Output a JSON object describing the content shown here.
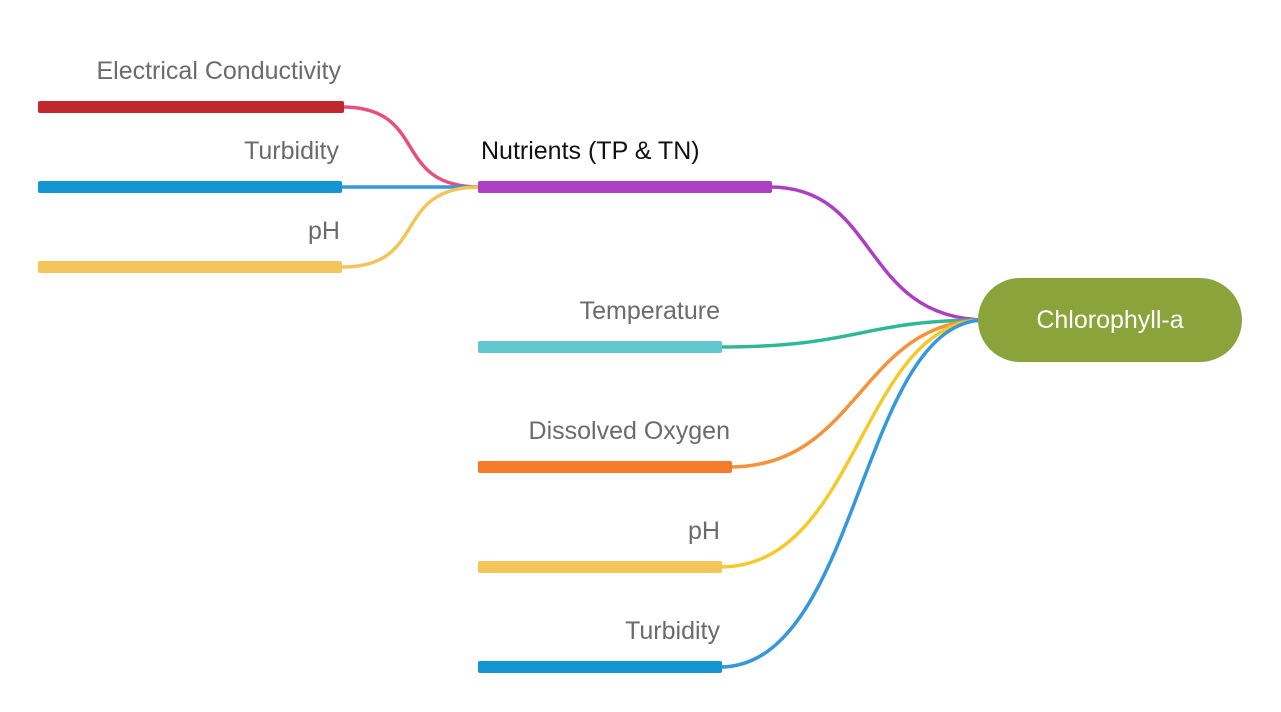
{
  "root": {
    "label": "Chlorophyll-a",
    "color": "#8ba33b"
  },
  "branches": [
    {
      "id": "nutrients",
      "label": "Nutrients (TP & TN)",
      "bar_color": "#ad3fc3",
      "link_color": "#ad3fc3"
    },
    {
      "id": "temperature",
      "label": "Temperature",
      "bar_color": "#62c8d0",
      "link_color": "#2fb893"
    },
    {
      "id": "dissolved-oxygen",
      "label": "Dissolved Oxygen",
      "bar_color": "#f47a2c",
      "link_color": "#f5933a"
    },
    {
      "id": "ph",
      "label": "pH",
      "bar_color": "#f4c55a",
      "link_color": "#f2cb2a"
    },
    {
      "id": "turbidity",
      "label": "Turbidity",
      "bar_color": "#1397d3",
      "link_color": "#3498db"
    }
  ],
  "sub_branches": [
    {
      "id": "electrical-conductivity",
      "label": "Electrical Conductivity",
      "bar_color": "#c1272d",
      "link_color": "#e8507a"
    },
    {
      "id": "turbidity",
      "label": "Turbidity",
      "bar_color": "#1397d3",
      "link_color": "#3498db"
    },
    {
      "id": "ph",
      "label": "pH",
      "bar_color": "#f4c55a",
      "link_color": "#f2c55a"
    }
  ]
}
